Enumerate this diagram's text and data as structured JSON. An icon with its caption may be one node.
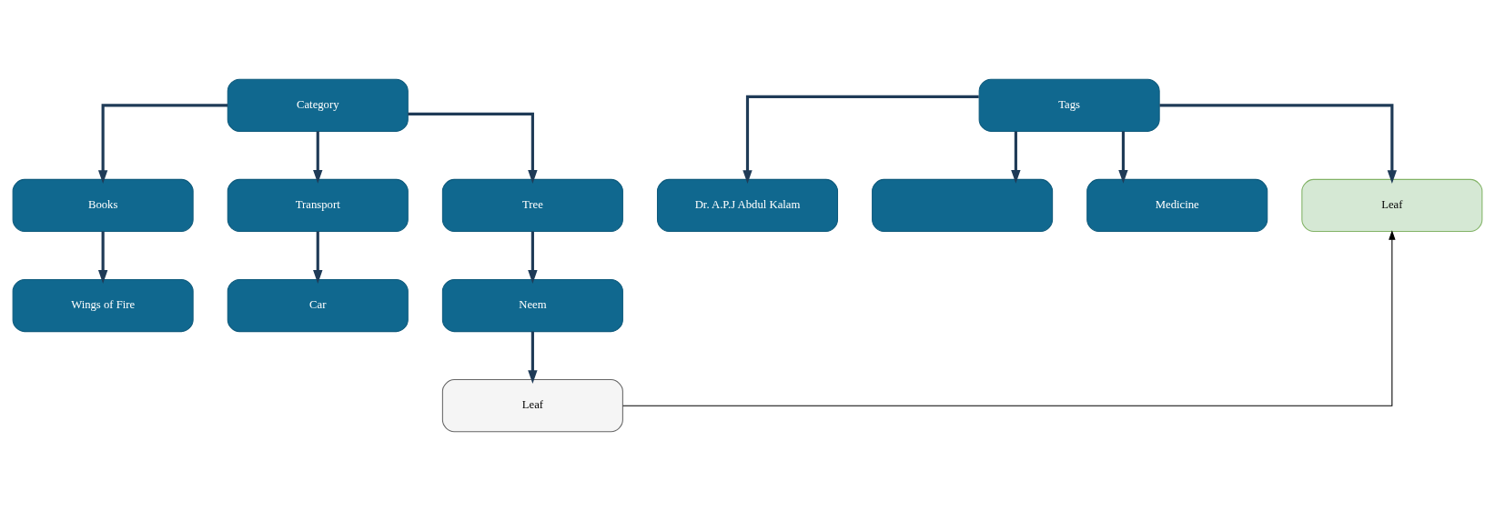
{
  "diagram": {
    "nodes": [
      {
        "text": [
          "Category"
        ]
      },
      {
        "text": [
          "Books"
        ]
      },
      {
        "text": [
          "Transport"
        ]
      },
      {
        "text": [
          "Tree"
        ]
      },
      {
        "text": [
          "Wings of Fire"
        ]
      },
      {
        "text": [
          "Car"
        ]
      },
      {
        "text": [
          "Neem"
        ]
      },
      {
        "text": [
          "Leaf"
        ]
      },
      {
        "text": [
          "Tags"
        ]
      },
      {
        "text": [
          "Dr. A.P.J Abdul Kalam"
        ]
      },
      {
        "text": [],
        "shape": "box"
      },
      {
        "text": [
          "Medicine"
        ]
      },
      {
        "text": [
          "Leaf"
        ]
      }
    ],
    "edges": [
      {
        "from": 0,
        "to": 1,
        "arrow": "to"
      },
      {
        "from": 0,
        "to": 2,
        "arrow": "to"
      },
      {
        "from": 0,
        "to": 3,
        "arrow": "to"
      },
      {
        "from": 1,
        "to": 4,
        "arrow": "to"
      },
      {
        "from": 2,
        "to": 5,
        "arrow": "to"
      },
      {
        "from": 3,
        "to": 6,
        "arrow": "to"
      },
      {
        "from": 6,
        "to": 7,
        "arrow": "to"
      },
      {
        "from": 8,
        "to": 9,
        "arrow": "to"
      },
      {
        "from": 8,
        "to": 10,
        "arrow": "to"
      },
      {
        "from": 8,
        "to": 12,
        "arrow": "to"
      },
      {
        "from": 8,
        "to": 11,
        "arrow": "to"
      },
      {
        "from": 7,
        "to": 12,
        "arrow": "to",
        "color": "#000000"
      }
    ]
  }
}
